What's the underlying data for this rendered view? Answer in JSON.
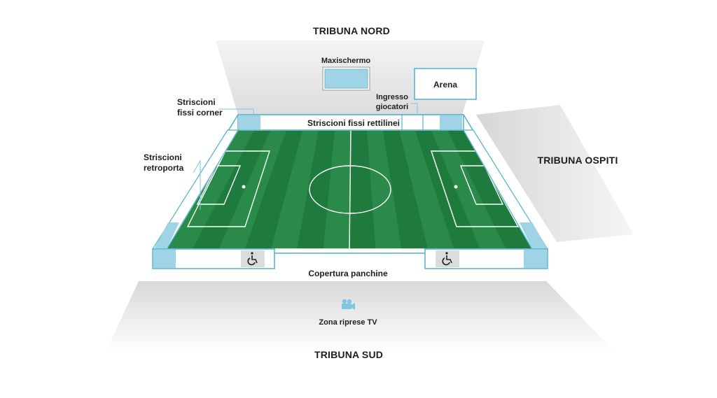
{
  "stands": {
    "north": "TRIBUNA NORD",
    "south": "TRIBUNA SUD",
    "away": "TRIBUNA OSPITI"
  },
  "labels": {
    "screen": "Maxischermo",
    "arena": "Arena",
    "players_entrance_line1": "Ingresso",
    "players_entrance_line2": "giocatori",
    "corner_banners_line1": "Striscioni",
    "corner_banners_line2": "fissi corner",
    "straight_banners": "Striscioni fissi rettilinei",
    "goal_banners_line1": "Striscioni",
    "goal_banners_line2": "retroporta",
    "bench_cover": "Copertura panchine",
    "tv_zone": "Zona riprese TV"
  },
  "icons": {
    "wheelchair": "wheelchair-icon",
    "camera": "video-camera-icon"
  },
  "colors": {
    "grass_dark": "#1f7a3d",
    "grass_light": "#2a8a4a",
    "banner_blue": "#9fd3e6",
    "banner_border": "#4fb0d0",
    "stand_gray": "#e8e8e8"
  }
}
